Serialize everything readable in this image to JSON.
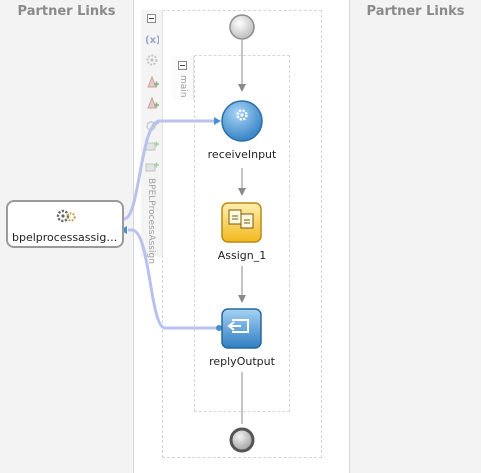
{
  "lanes": {
    "left_title": "Partner Links",
    "right_title": "Partner Links"
  },
  "scope": {
    "process_label": "BPELProcessAssign",
    "sequence_label": "main"
  },
  "toolbar_icons": [
    "collapse-icon",
    "variables-icon",
    "gear-icon",
    "alarm-add-icon",
    "alarm-add-icon",
    "correlation-icon",
    "message-add-icon",
    "message-add-icon"
  ],
  "activities": {
    "receive": {
      "label": "receiveInput",
      "icon": "gear-icon"
    },
    "assign": {
      "label": "Assign_1",
      "icon": "assign-icon"
    },
    "reply": {
      "label": "replyOutput",
      "icon": "reply-icon"
    }
  },
  "partner_link": {
    "label": "bpelprocessassign_client",
    "icon": "gears-icon"
  },
  "colors": {
    "lane_bg": "#f3f3f3",
    "lane_title": "#8a8a8a",
    "connector": "#b6bde8",
    "activity_blue": "#4a9ad6",
    "assign_yellow": "#f7c93b"
  }
}
